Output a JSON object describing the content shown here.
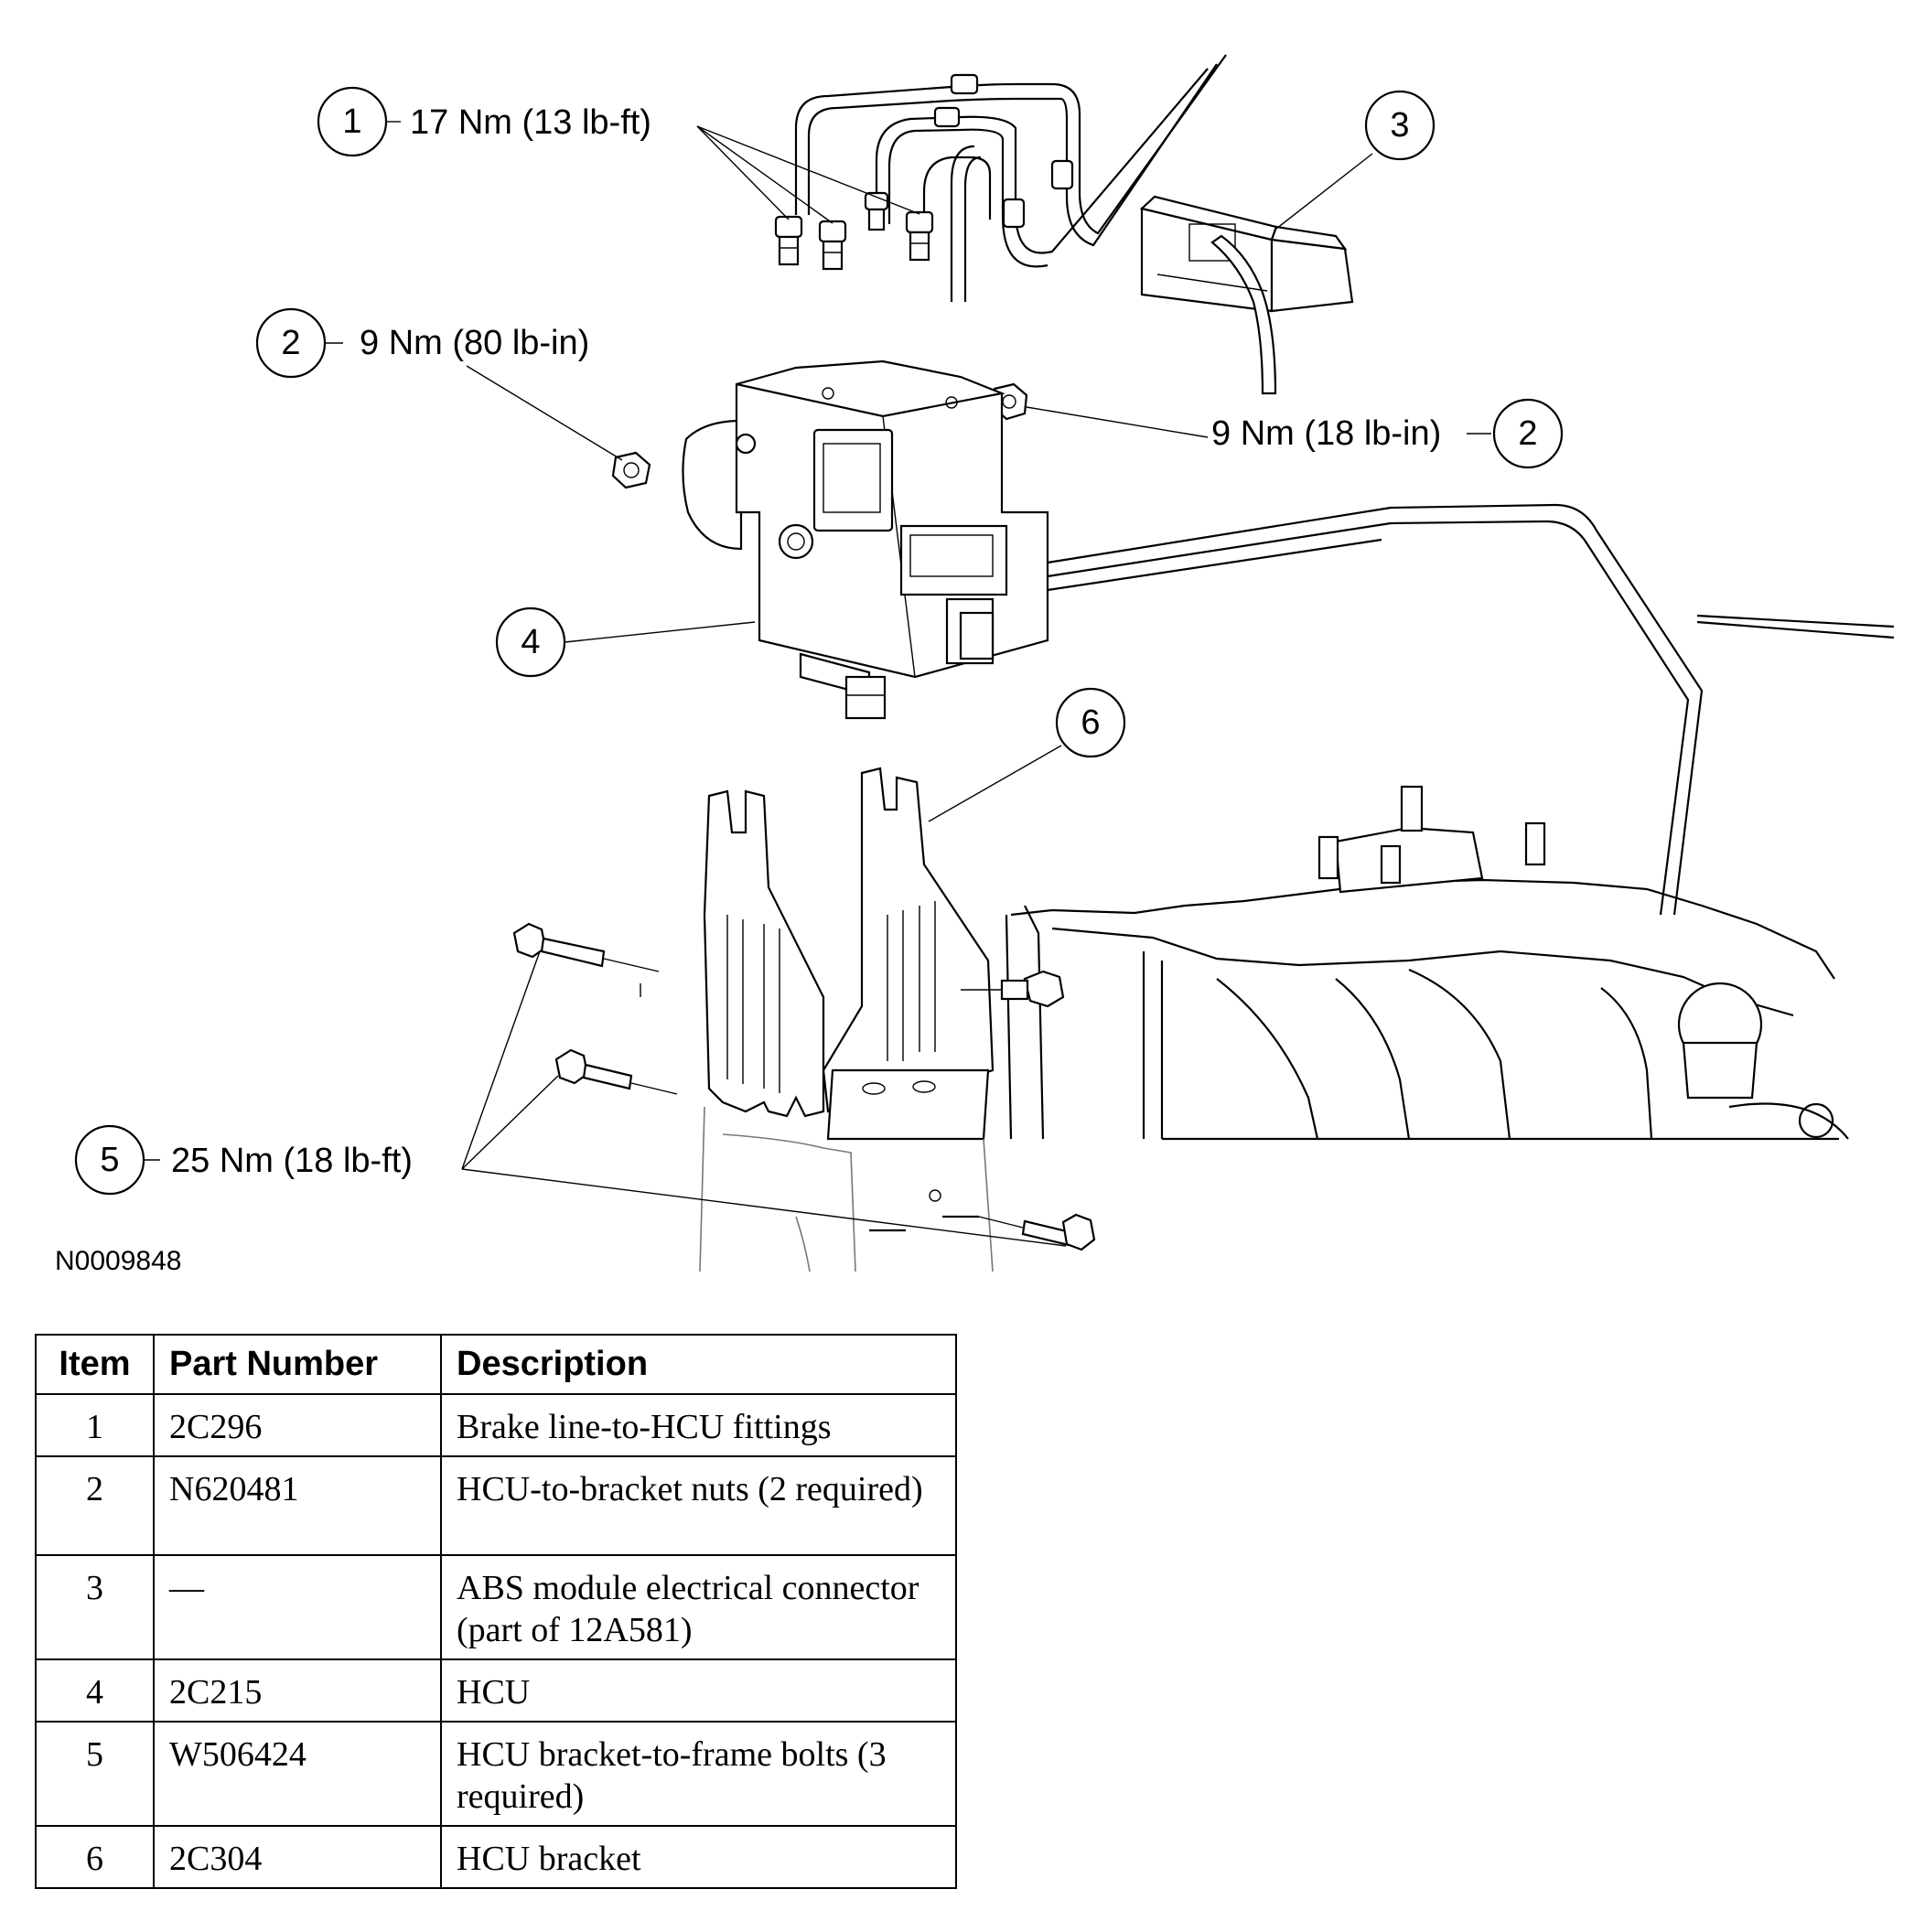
{
  "callouts": {
    "c1": {
      "num": "1",
      "text": "17 Nm (13 lb-ft)"
    },
    "c2a": {
      "num": "2",
      "text": "9 Nm (80 lb-in)"
    },
    "c2b": {
      "num": "2",
      "text": "9 Nm (18 lb-in)"
    },
    "c3": {
      "num": "3"
    },
    "c4": {
      "num": "4"
    },
    "c5": {
      "num": "5",
      "text": "25 Nm (18 lb-ft)"
    },
    "c6": {
      "num": "6"
    }
  },
  "figure_id": "N0009848",
  "table": {
    "headers": [
      "Item",
      "Part Number",
      "Description"
    ],
    "rows": [
      {
        "item": "1",
        "part": "2C296",
        "desc": "Brake line-to-HCU fittings"
      },
      {
        "item": "2",
        "part": "N620481",
        "desc": "HCU-to-bracket nuts (2 required)"
      },
      {
        "item": "3",
        "part": "—",
        "desc": "ABS module electrical connector (part of 12A581)"
      },
      {
        "item": "4",
        "part": "2C215",
        "desc": "HCU"
      },
      {
        "item": "5",
        "part": "W506424",
        "desc": "HCU bracket-to-frame bolts (3 required)"
      },
      {
        "item": "6",
        "part": "2C304",
        "desc": "HCU bracket"
      }
    ]
  }
}
